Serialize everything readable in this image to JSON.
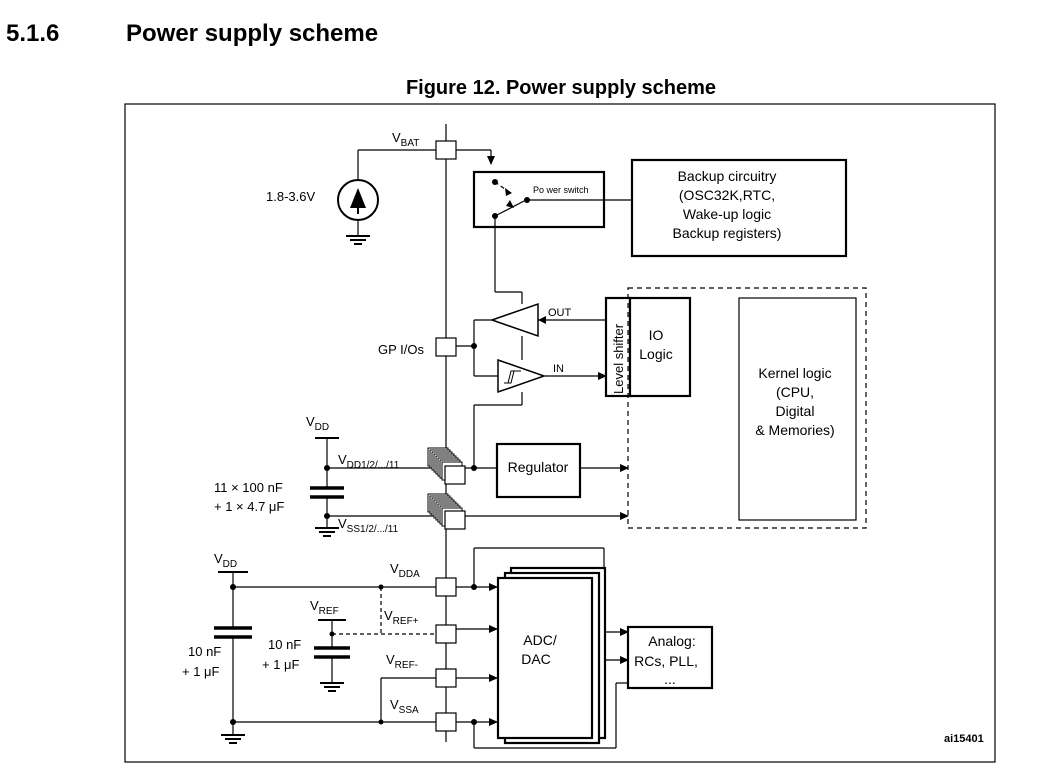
{
  "section": {
    "number": "5.1.6",
    "title": "Power supply scheme"
  },
  "figure": {
    "title": "Figure 12. Power supply scheme",
    "ref": "ai15401"
  },
  "battery": {
    "voltage": "1.8-3.6V"
  },
  "pins": {
    "vbat": {
      "main": "V",
      "sub": "BAT"
    },
    "gpios": "GP I/Os",
    "vdd_top": {
      "main": "V",
      "sub": "DD"
    },
    "vdd_n": {
      "main": "V",
      "sub": "DD1/2/.../11"
    },
    "vss_n": {
      "main": "V",
      "sub": "SS1/2/.../11"
    },
    "vdd_bot": {
      "main": "V",
      "sub": "DD"
    },
    "vdda": {
      "main": "V",
      "sub": "DDA"
    },
    "vref": {
      "main": "V",
      "sub": "REF"
    },
    "vrefp": {
      "main": "V",
      "sub": "REF+"
    },
    "vrefm": {
      "main": "V",
      "sub": "REF-"
    },
    "vssa": {
      "main": "V",
      "sub": "SSA"
    }
  },
  "caps": {
    "decoupling": [
      "11 × 100 nF",
      "+ 1 × 4.7  μF"
    ],
    "vref": [
      "10 nF",
      "+ 1  μF"
    ],
    "vdda": [
      "10 nF",
      "+ 1  μF"
    ]
  },
  "blocks": {
    "power_switch": "Po wer switch",
    "backup": [
      "Backup circuitry",
      "(OSC32K,RTC,",
      "Wake-up logic",
      "Backup registers)"
    ],
    "out": "OUT",
    "in": "IN",
    "level_shifter": "Level shifter",
    "io_logic": [
      "IO",
      "Logic"
    ],
    "kernel": [
      "Kernel logic",
      "(CPU,",
      "Digital",
      "& Memories)"
    ],
    "regulator": "Regulator",
    "adc": [
      "ADC/",
      "DAC"
    ],
    "analog": [
      "Analog:",
      "RCs, PLL,",
      "..."
    ]
  }
}
